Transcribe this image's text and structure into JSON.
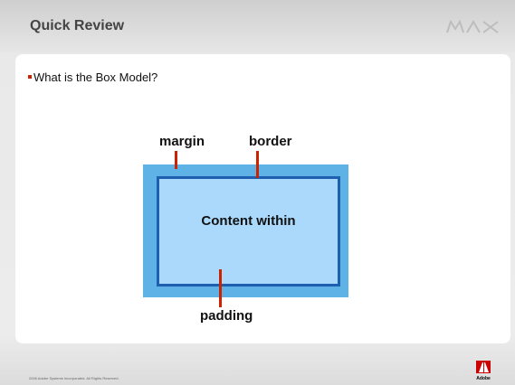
{
  "slide": {
    "title": "Quick Review",
    "logo": "MAX",
    "bullet": "What is the Box Model?"
  },
  "diagram": {
    "margin_label": "margin",
    "border_label": "border",
    "content_label": "Content within",
    "padding_label": "padding",
    "colors": {
      "margin": "#5fb2e6",
      "content": "#aad9fb",
      "border": "#1f5fb0",
      "pointer": "#cc2200"
    }
  },
  "footer": {
    "copyright": "2006 Adobe Systems Incorporated.  All Rights Reserved.",
    "brand": "Adobe"
  }
}
